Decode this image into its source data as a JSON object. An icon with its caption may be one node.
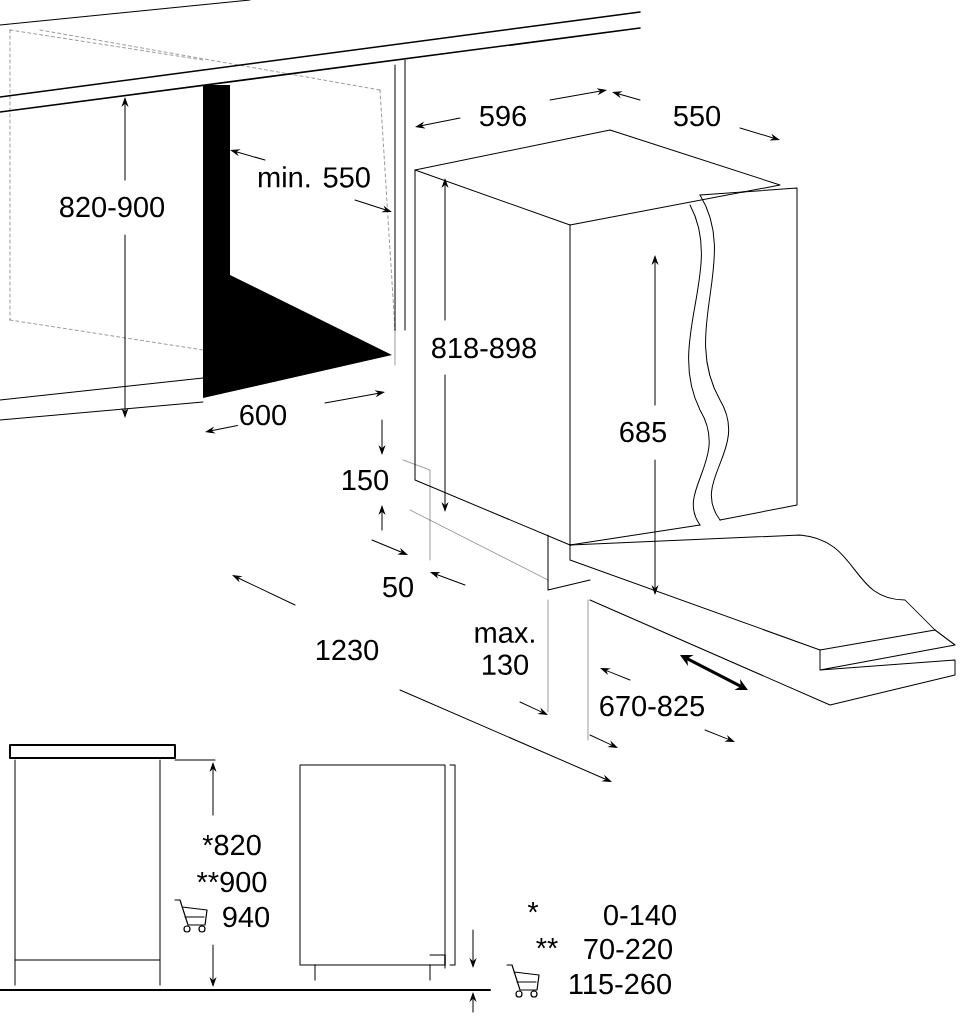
{
  "diagram": {
    "labels": [
      "596",
      "550",
      "min. 550",
      "820-900",
      "818-898",
      "685",
      "600",
      "150",
      "50",
      "1230",
      "max. 130",
      "670-825",
      "*820",
      "**900",
      "940",
      "*",
      "0-140",
      "**",
      "70-220",
      "115-260"
    ]
  }
}
